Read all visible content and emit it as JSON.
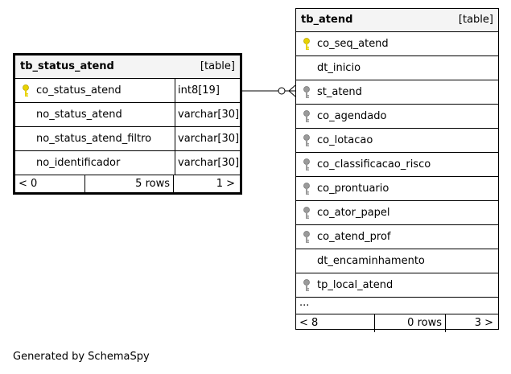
{
  "tables": [
    {
      "name": "tb_status_atend",
      "kind": "[table]",
      "columns": [
        {
          "name": "co_status_atend",
          "type": "int8[19]",
          "key": "primary"
        },
        {
          "name": "no_status_atend",
          "type": "varchar[30]",
          "key": "none"
        },
        {
          "name": "no_status_atend_filtro",
          "type": "varchar[30]",
          "key": "none"
        },
        {
          "name": "no_identificador",
          "type": "varchar[30]",
          "key": "none"
        }
      ],
      "footer": {
        "left": "< 0",
        "rows": "5 rows",
        "right": "1 >"
      }
    },
    {
      "name": "tb_atend",
      "kind": "[table]",
      "columns": [
        {
          "name": "co_seq_atend",
          "key": "primary"
        },
        {
          "name": "dt_inicio",
          "key": "none"
        },
        {
          "name": "st_atend",
          "key": "foreign"
        },
        {
          "name": "co_agendado",
          "key": "foreign"
        },
        {
          "name": "co_lotacao",
          "key": "foreign"
        },
        {
          "name": "co_classificacao_risco",
          "key": "foreign"
        },
        {
          "name": "co_prontuario",
          "key": "foreign"
        },
        {
          "name": "co_ator_papel",
          "key": "foreign"
        },
        {
          "name": "co_atend_prof",
          "key": "foreign"
        },
        {
          "name": "dt_encaminhamento",
          "key": "none"
        },
        {
          "name": "tp_local_atend",
          "key": "foreign"
        }
      ],
      "more": "...",
      "footer": {
        "left": "< 8",
        "rows": "0 rows",
        "right": "3 >"
      }
    }
  ],
  "generated_by": "Generated by SchemaSpy",
  "colors": {
    "primary_key": "#e8d200",
    "foreign_key": "#9a9a9a",
    "header_bg": "#f4f4f4"
  }
}
